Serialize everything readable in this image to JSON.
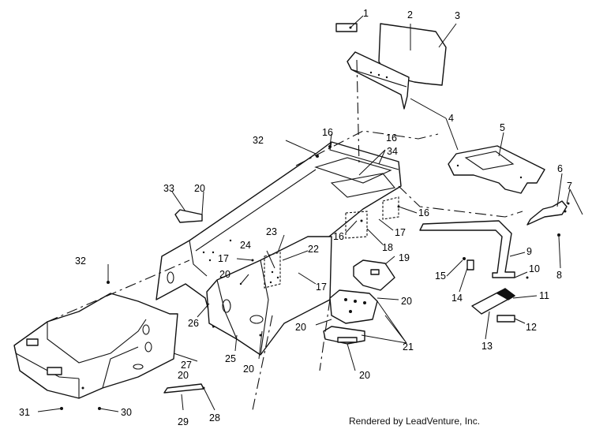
{
  "diagram": {
    "callouts": [
      "1",
      "2",
      "3",
      "4",
      "5",
      "6",
      "7",
      "8",
      "9",
      "10",
      "11",
      "12",
      "13",
      "14",
      "15",
      "16",
      "16",
      "16",
      "16",
      "17",
      "17",
      "17",
      "18",
      "19",
      "20",
      "20",
      "20",
      "20",
      "20",
      "20",
      "20",
      "21",
      "22",
      "23",
      "24",
      "25",
      "26",
      "27",
      "28",
      "29",
      "30",
      "31",
      "32",
      "32",
      "33",
      "34"
    ],
    "credit": "Rendered by LeadVenture, Inc."
  }
}
